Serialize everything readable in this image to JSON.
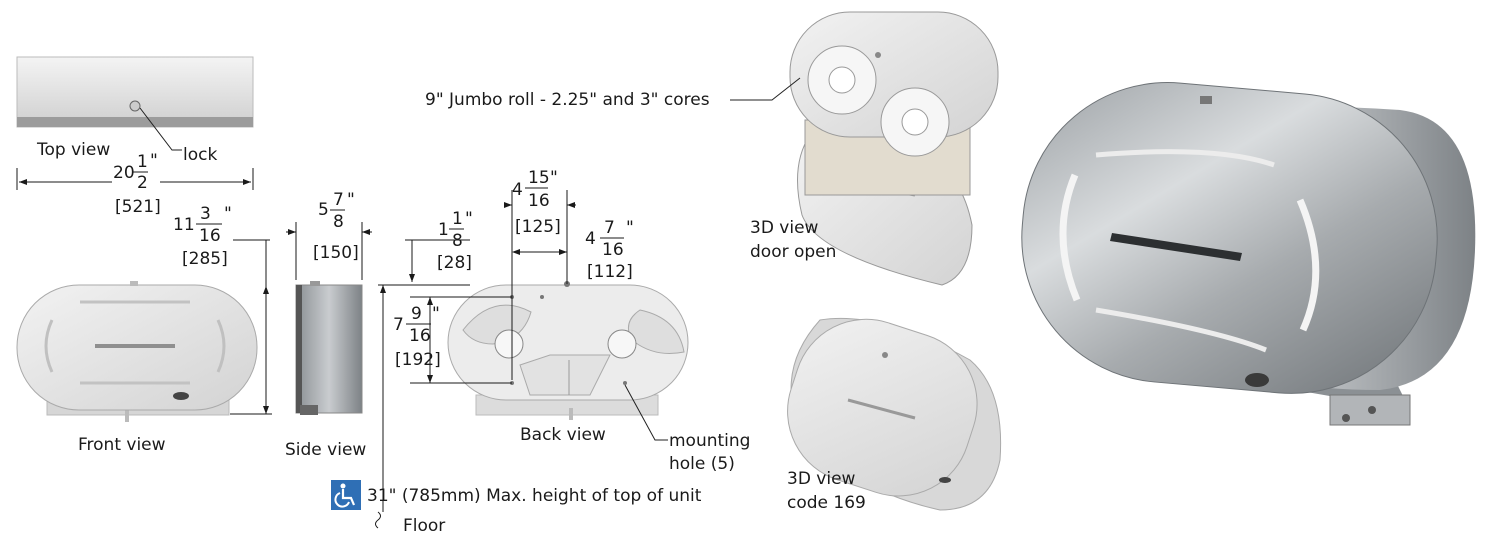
{
  "views": {
    "top": "Top view",
    "front": "Front view",
    "side": "Side view",
    "back": "Back view",
    "open_line1": "3D view",
    "open_line2": "door open",
    "code_line1": "3D view",
    "code_line2": "code 169"
  },
  "callouts": {
    "lock": "lock",
    "jumbo": "9\" Jumbo roll - 2.25\" and 3\" cores",
    "mounting_line1": "mounting",
    "mounting_line2": "hole (5)",
    "height": "31\" (785mm) Max. height of top of unit",
    "floor": "Floor"
  },
  "dims": {
    "width": {
      "whole": "20",
      "num": "1",
      "den": "2",
      "mm": "[521]"
    },
    "height": {
      "whole": "11",
      "num": "3",
      "den": "16",
      "mm": "[285]"
    },
    "depth": {
      "whole": "5",
      "num": "7",
      "den": "8",
      "mm": "[150]"
    },
    "top_offset": {
      "whole": "1",
      "num": "1",
      "den": "8",
      "mm": "[28]"
    },
    "hole_spacing": {
      "whole": "4",
      "num": "15",
      "den": "16",
      "mm": "[125]"
    },
    "hole_spacing2": {
      "whole": "4",
      "num": "7",
      "den": "16",
      "mm": "[112]"
    },
    "hole_vertical": {
      "whole": "7",
      "num": "9",
      "den": "16",
      "mm": "[192]"
    }
  },
  "inch_mark": "\"",
  "icons": [
    "wheelchair-icon"
  ],
  "colors": {
    "accessibility_blue": "#2f6fb5",
    "steel": "#b8bcbf"
  }
}
